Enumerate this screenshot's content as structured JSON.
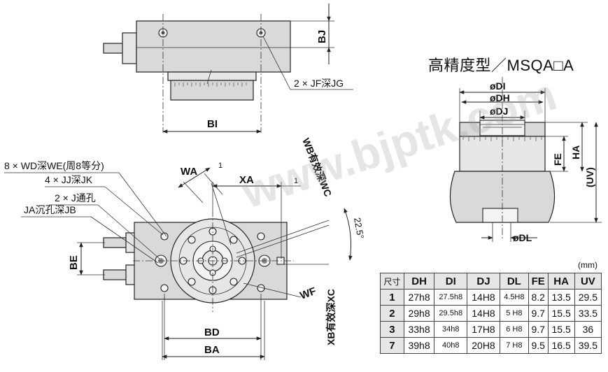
{
  "title": "高精度型／MSQA□A",
  "unit": "(mm)",
  "watermark": "www.bjptk.com",
  "labels": {
    "bj": "BJ",
    "bi": "BI",
    "jf": "2 × JF深JG",
    "wd": "8 × WD深WE(周8等分)",
    "jj": "4 × JJ深JK",
    "j": "2 × J通孔",
    "ja": "JA沉孔深JB",
    "wa": "WA",
    "xa": "XA",
    "one_a": "1",
    "one_b": "1",
    "wb": "WB有效深WC",
    "xb": "XB有效深XC",
    "angle": "22.5°",
    "be": "BE",
    "wf": "WF",
    "bd": "BD",
    "ba": "BA",
    "di": "øDI",
    "dh": "øDH",
    "dj": "øDJ",
    "dl": "øDL",
    "fe": "FE",
    "ha": "HA",
    "uv": "(UV)"
  },
  "table": {
    "headers": [
      "尺寸",
      "DH",
      "DI",
      "DJ",
      "DL",
      "FE",
      "HA",
      "UV"
    ],
    "rows": [
      [
        "1",
        "27h8",
        "27.5h8",
        "14H8",
        "4.5H8",
        "8.2",
        "13.5",
        "29.5"
      ],
      [
        "2",
        "29h8",
        "29.5h8",
        "14H8",
        "5  H8",
        "9.7",
        "15.5",
        "33.5"
      ],
      [
        "3",
        "33h8",
        "34h8",
        "17H8",
        "6  H8",
        "9.7",
        "15.5",
        "36"
      ],
      [
        "7",
        "39h8",
        "40h8",
        "20H8",
        "7  H8",
        "9.5",
        "16.5",
        "39.5"
      ]
    ]
  }
}
